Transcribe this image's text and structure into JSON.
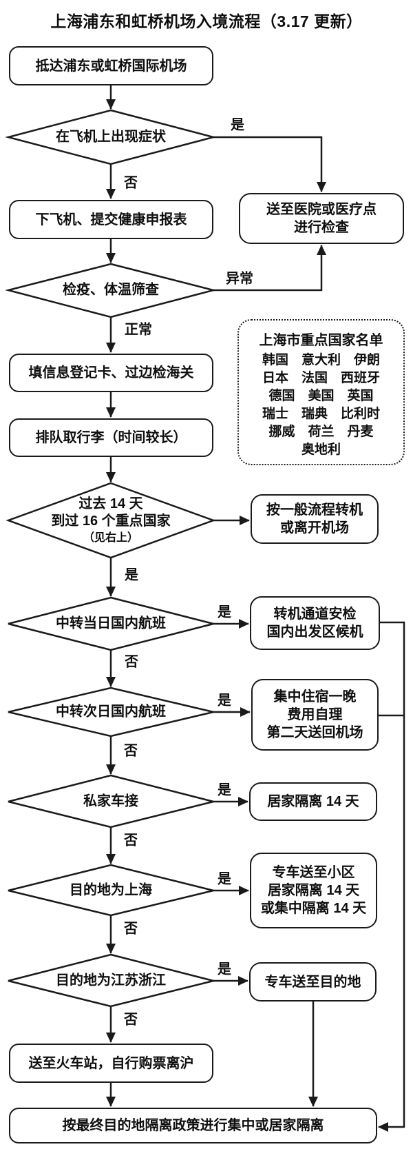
{
  "title": "上海浦东和虹桥机场入境流程（3.17 更新）",
  "edge_labels": {
    "yes": "是",
    "no": "否",
    "abnormal": "异常",
    "normal": "正常"
  },
  "nodes": {
    "arrive": "抵达浦东或虹桥国际机场",
    "symptoms_on_plane": "在飞机上出现症状",
    "deplane": "下飞机、提交健康申报表",
    "hospital": "送至医院或医疗点\n进行检查",
    "quarantine_check": "检疫、体温筛查",
    "register": "填信息登记卡、过边检海关",
    "baggage": "排队取行李（时间较长）",
    "visited_countries": "过去 14 天\n到过 16 个重点国家",
    "visited_countries_note": "（见右上）",
    "general_transfer": "按一般流程转机\n或离开机场",
    "same_day_transfer": "中转当日国内航班",
    "transfer_channel": "转机通道安检\n国内出发区候机",
    "next_day_transfer": "中转次日国内航班",
    "hotel_overnight": "集中住宿一晚\n费用自理\n第二天送回机场",
    "private_car": "私家车接",
    "home_quarantine": "居家隔离 14 天",
    "dest_shanghai": "目的地为上海",
    "community_transfer": "专车送至小区\n居家隔离 14 天\n或集中隔离 14 天",
    "dest_jiangsu_zhejiang": "目的地为江苏浙江",
    "car_to_destination": "专车送至目的地",
    "train_station": "送至火车站，自行购票离沪",
    "final_policy": "按最终目的地隔离政策进行集中或居家隔离"
  },
  "watchlist": {
    "title": "上海市重点国家名单",
    "rows": [
      "韩国　意大利　伊朗",
      "日本　法国　西班牙",
      "德国　美国　英国",
      "瑞士　瑞典　比利时",
      "挪威　荷兰　丹麦",
      "奥地利"
    ]
  },
  "colors": {
    "line": "#1a1a1a",
    "background": "#ffffff",
    "text": "#0f0f0f"
  }
}
